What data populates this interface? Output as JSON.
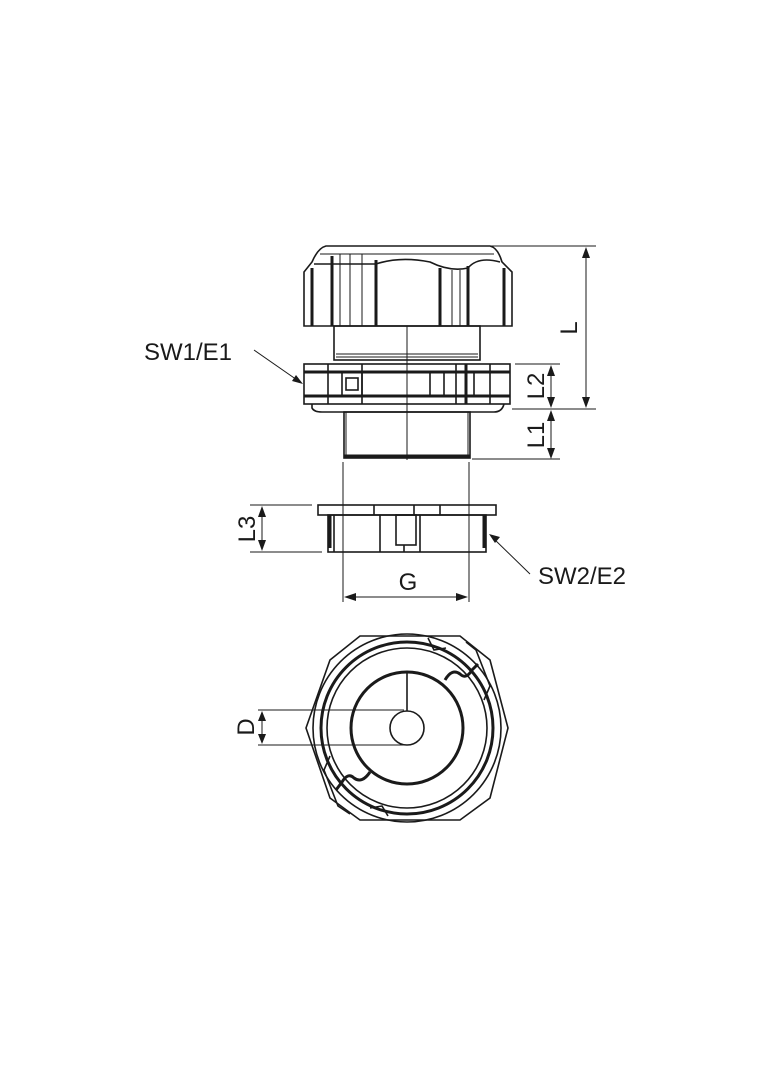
{
  "drawing": {
    "subject": "cable gland technical drawing",
    "views": [
      "side-assembly",
      "locknut-side",
      "top-end"
    ],
    "labels": {
      "L": "L",
      "L1": "L1",
      "L2": "L2",
      "L3": "L3",
      "G": "G",
      "D": "D",
      "SW1": "SW1/E1",
      "SW2": "SW2/E2"
    },
    "colors": {
      "line": "#1a1a1a",
      "background": "#ffffff"
    }
  }
}
